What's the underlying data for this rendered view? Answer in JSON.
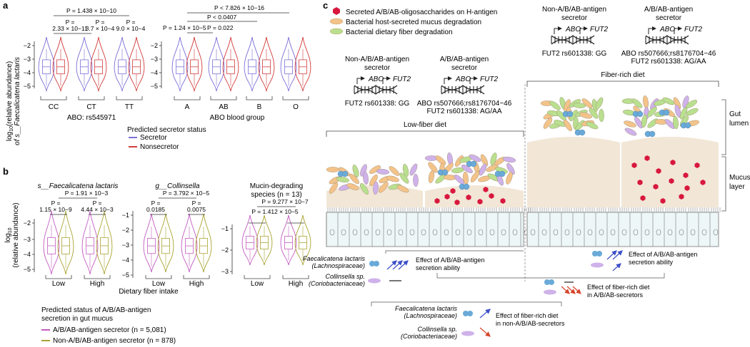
{
  "panels": {
    "a": {
      "label": "a",
      "ylabel_line1": "log",
      "ylabel_sub": "10",
      "ylabel_rest": "(relative abundance)",
      "ylabel_line2": "of s__Faecalicatena lactaris",
      "yticks": [
        "−2",
        "−3",
        "−4",
        "−5"
      ],
      "left_groups": [
        "CC",
        "CT",
        "TT"
      ],
      "left_axis_label": "ABO: rs545971",
      "right_groups": [
        "A",
        "AB",
        "B",
        "O"
      ],
      "right_axis_label": "ABO blood group",
      "pvals_left": {
        "top": "P = 1.438 × 10−10",
        "cc_ct_head": "P =",
        "cc_ct": "2.33 × 10−11",
        "ct_head": "P =",
        "ct": "3.7 × 10−4",
        "tt_head": "P =",
        "tt": "9.0 × 10−4"
      },
      "pvals_right": {
        "top": "P < 7.826 × 10−16",
        "mid": "P < 0.0407",
        "a": "P = 1.24 × 10−5",
        "ab": "P = 0.022"
      },
      "legend_title": "Predicted secretor status",
      "legend_items": [
        {
          "label": "Secretor",
          "color": "#7b6fd6"
        },
        {
          "label": "Nonsecretor",
          "color": "#d23c3c"
        }
      ]
    },
    "b": {
      "label": "b",
      "ylabel_line1": "log",
      "ylabel_sub": "10",
      "ylabel_line2": "(relative abundance)",
      "subplots": [
        {
          "title": "s__Faecalicatena lactaris",
          "yticks": [
            "−2",
            "−3",
            "−4",
            "−5"
          ],
          "p_top": "P = 1.91 × 10−3",
          "p_low_head": "P =",
          "p_low": "1.15 × 10−9",
          "p_high_head": "P =",
          "p_high": "4.44 × 10−3"
        },
        {
          "title": "g__Collinsella",
          "yticks": [
            "−1",
            "−2",
            "−3",
            "−4",
            "−5"
          ],
          "p_top": "P = 3.792 × 10−5",
          "p_low_head": "P =",
          "p_low": "0.0185",
          "p_high_head": "P =",
          "p_high": "0.0075"
        },
        {
          "title": "Mucin-degrading",
          "title2": "species (n = 13)",
          "yticks": [
            "−1",
            "−2",
            "−3"
          ],
          "p_top": "P = 9.277 × 10−7",
          "p_low": "P = 1.412 × 10−5"
        }
      ],
      "x_groups": [
        "Low",
        "High"
      ],
      "xlabel": "Dietary fiber intake",
      "legend_title1": "Predicted status of A/B/AB-antigen",
      "legend_title2": "secretion in gut mucus",
      "legend_items": [
        {
          "label": "A/B/AB-antigen secretor (n = 5,081)",
          "color": "#c35bc2"
        },
        {
          "label": "Non-A/B/AB-antigen secretor (n = 878)",
          "color": "#a9a330"
        }
      ]
    },
    "c": {
      "label": "c",
      "legend": [
        {
          "label": "Secreted A/B/AB-oligosaccharides on H-antigen",
          "color": "#d8173d"
        },
        {
          "label": "Bacterial host-secreted mucus degradation",
          "color": "#f3c38a"
        },
        {
          "label": "Bacterial dietary fiber degradation",
          "color": "#b9df8f"
        }
      ],
      "non_secretor_title": "Non-A/B/AB-antigen\nsecretor",
      "secretor_title": "A/B/AB-antigen\nsecretor",
      "gene_abo": "ABO",
      "gene_fut2": "FUT2",
      "non_sec_geno": "FUT2 rs601338: GG",
      "sec_geno1": "ABO rs507666;rs8176704−46",
      "sec_geno2": "FUT2 rs601338: AG/AA",
      "low_fiber": "Low-fiber diet",
      "fiber_rich": "Fiber-rich diet",
      "gut_lumen": "Gut\nlumen",
      "mucus_layer": "Mucus\nlayer",
      "faecalicatena": "Faecalicatena lactaris",
      "lachno": "(Lachnospiraceae)",
      "collinsella": "Collinsella sp.",
      "corio": "(Coriobacteriaceae)",
      "effect_secretion": "Effect of A/B/AB-antigen\nsecretion ability",
      "effect_fiber_sec": "Effect of fiber-rich diet\nin A/B/AB-secretors",
      "effect_fiber_nonsec": "Effect of fiber-rich diet\nin non-A/B/AB-secretors"
    }
  }
}
